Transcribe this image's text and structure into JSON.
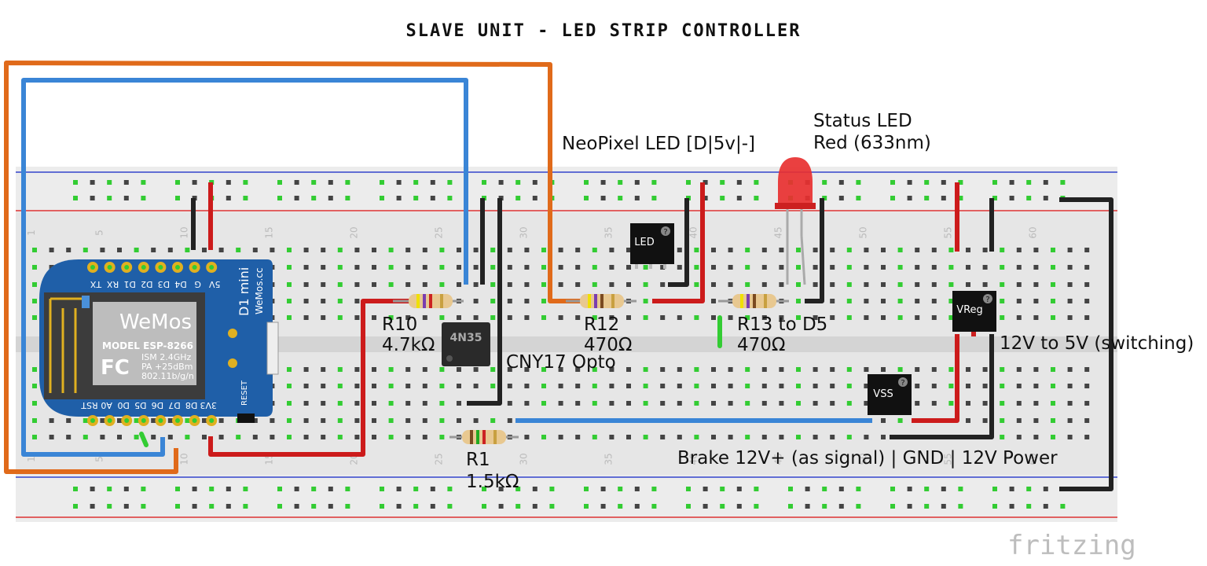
{
  "title": "SLAVE UNIT - LED STRIP CONTROLLER",
  "watermark": "fritzing",
  "labels": {
    "neopixel": "NeoPixel LED [D|5v|-]",
    "status_led_line1": "Status LED",
    "status_led_line2": "Red (633nm)",
    "r10_name": "R10",
    "r10_value": "4.7kΩ",
    "r12_name": "R12",
    "r12_value": "470Ω",
    "r13_name": "R13 to D5",
    "r13_value": "470Ω",
    "opto": "CNY17 Opto",
    "vreg_desc": "12V to 5V (switching)",
    "power_desc": "Brake 12V+ (as signal) | GND | 12V Power",
    "r1_name": "R1",
    "r1_value": "1.5kΩ"
  },
  "components": {
    "led_module": "LED",
    "vreg_module": "VReg",
    "vss_module": "VSS",
    "opto_chip": "4N35",
    "wemos": {
      "logo": "WeMos",
      "model": "MODEL ESP-8266",
      "spec1": "ISM 2.4GHz",
      "spec2": "PA +25dBm",
      "spec3": "802.11b/g/n",
      "fc": "FC",
      "board": "D1 mini",
      "site": "WeMos.cc",
      "reset": "RESET",
      "top_pins": [
        "TX",
        "RX",
        "D1",
        "D2",
        "D3",
        "D4",
        "G",
        "5V"
      ],
      "bottom_pins": [
        "RST",
        "A0",
        "D0",
        "D5",
        "D6",
        "D7",
        "D8",
        "3V3"
      ]
    }
  },
  "breadboard_columns": [
    "1",
    "5",
    "10",
    "15",
    "20",
    "25",
    "30",
    "35",
    "40",
    "45",
    "50",
    "55",
    "60"
  ],
  "colors": {
    "wire_orange": "#e06a1a",
    "wire_blue": "#3a85d6",
    "wire_red": "#cc1b1b",
    "wire_black": "#222222",
    "board_blue": "#1f5fa8",
    "hole_green": "#33cc33"
  }
}
